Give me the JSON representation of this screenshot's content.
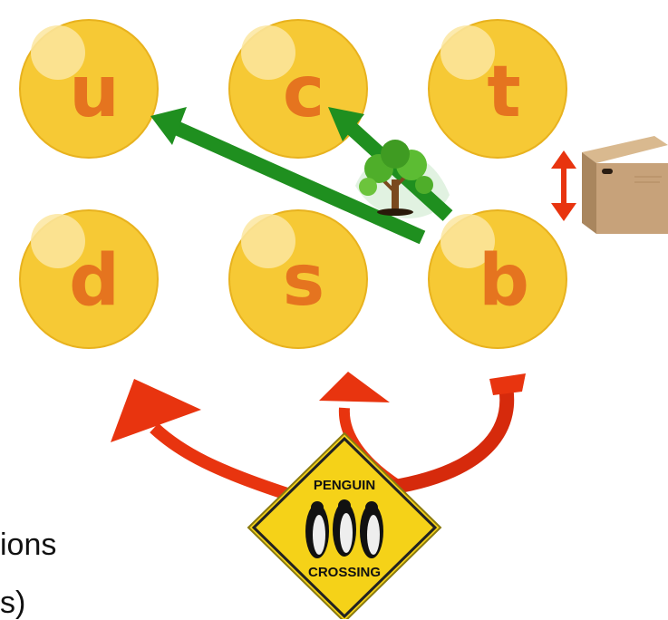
{
  "quarks": {
    "top_row": [
      "u",
      "c",
      "t"
    ],
    "bottom_row": [
      "d",
      "s",
      "b"
    ]
  },
  "sign": {
    "line1": "PENGUIN",
    "line2": "CROSSING"
  },
  "text_fragments": {
    "line1": "ions",
    "line2": "s)"
  },
  "colors": {
    "ball": "#f6c935",
    "ball_edge": "#e8b21e",
    "highlight": "#fbe6a0",
    "letter": "#e5741f",
    "green_arrow": "#1f8f1f",
    "red_arrow": "#e8340f",
    "box": "#c7a27a",
    "sign_yellow": "#f5d218"
  },
  "icons": [
    "tree-icon",
    "cardboard-box-icon",
    "penguin-crossing-sign-icon"
  ]
}
